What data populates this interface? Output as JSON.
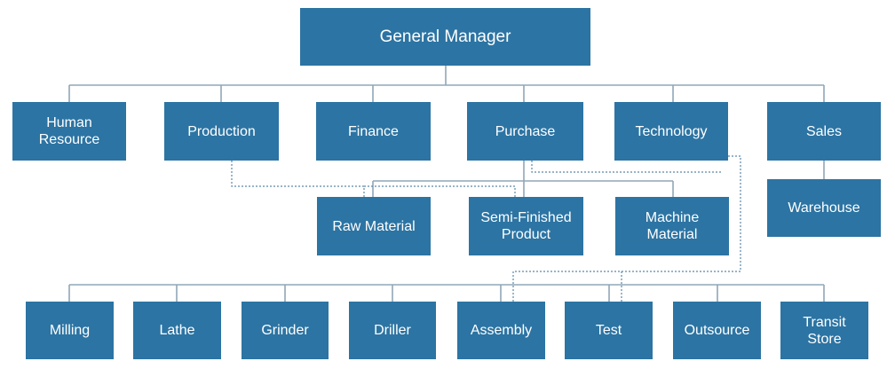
{
  "colors": {
    "box_fill": "#2c74a3",
    "box_text": "#ffffff",
    "connector": "#8fa7b8",
    "dotted_connector": "#5b87a8"
  },
  "nodes": {
    "general_manager": "General Manager",
    "human_resource": "Human\nResource",
    "production": "Production",
    "finance": "Finance",
    "purchase": "Purchase",
    "technology": "Technology",
    "sales": "Sales",
    "warehouse": "Warehouse",
    "raw_material": "Raw Material",
    "semi_finished_product": "Semi-Finished\nProduct",
    "machine_material": "Machine\nMaterial",
    "milling": "Milling",
    "lathe": "Lathe",
    "grinder": "Grinder",
    "driller": "Driller",
    "assembly": "Assembly",
    "test": "Test",
    "outsource": "Outsource",
    "transit_store": "Transit\nStore"
  }
}
